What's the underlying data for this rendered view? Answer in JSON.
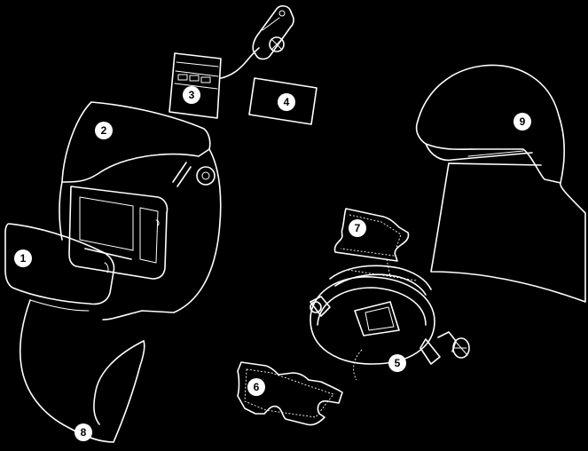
{
  "diagram": {
    "background": "#000000",
    "line_color": "#ffffff",
    "parts": [
      {
        "id": "lens-cover-outer",
        "label": "1"
      },
      {
        "id": "helmet-shell",
        "label": "2"
      },
      {
        "id": "adf-filter",
        "label": "3"
      },
      {
        "id": "inner-cover-lens",
        "label": "4"
      },
      {
        "id": "headgear",
        "label": "5"
      },
      {
        "id": "sweatband-front",
        "label": "6"
      },
      {
        "id": "sweatband-back",
        "label": "7"
      },
      {
        "id": "neck-shield",
        "label": "8"
      },
      {
        "id": "hood",
        "label": "9"
      }
    ]
  }
}
